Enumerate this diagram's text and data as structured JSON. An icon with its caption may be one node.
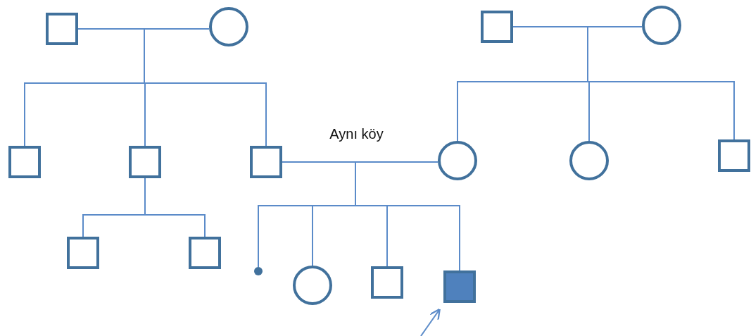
{
  "diagram": {
    "nodes": [
      {
        "text": [],
        "shape": "box"
      },
      {
        "text": [],
        "shape": "circle"
      },
      {
        "text": [],
        "shape": "box"
      },
      {
        "text": [],
        "shape": "circle"
      },
      {
        "text": [],
        "shape": "box"
      },
      {
        "text": [],
        "shape": "box"
      },
      {
        "text": [],
        "shape": "box"
      },
      {
        "text": [],
        "shape": "circle"
      },
      {
        "text": [],
        "shape": "circle"
      },
      {
        "text": [],
        "shape": "box"
      },
      {
        "text": [],
        "shape": "box"
      },
      {
        "text": [],
        "shape": "box"
      },
      {
        "text": [],
        "shape": "dot"
      },
      {
        "text": [],
        "shape": "circle"
      },
      {
        "text": [],
        "shape": "box"
      },
      {
        "text": [],
        "shape": "box"
      }
    ],
    "edges": [
      {
        "from": 0,
        "to": 1,
        "arrow": "none"
      },
      {
        "from": 0,
        "to": 4,
        "arrow": "none"
      },
      {
        "from": 0,
        "to": 5,
        "arrow": "none"
      },
      {
        "from": 0,
        "to": 6,
        "arrow": "none"
      },
      {
        "from": 2,
        "to": 3,
        "arrow": "none"
      },
      {
        "from": 2,
        "to": 7,
        "arrow": "none"
      },
      {
        "from": 2,
        "to": 8,
        "arrow": "none"
      },
      {
        "from": 2,
        "to": 9,
        "arrow": "none"
      },
      {
        "from": 5,
        "to": 10,
        "arrow": "none"
      },
      {
        "from": 5,
        "to": 11,
        "arrow": "none"
      },
      {
        "from": 6,
        "to": 7,
        "arrow": "none",
        "label": "Aynı köy"
      },
      {
        "from": 6,
        "to": 12,
        "arrow": "none"
      },
      {
        "from": 6,
        "to": 13,
        "arrow": "none"
      },
      {
        "from": 6,
        "to": 14,
        "arrow": "none"
      },
      {
        "from": 6,
        "to": 15,
        "arrow": "none"
      },
      {
        "from": null,
        "to": 15,
        "arrow": "to"
      }
    ]
  }
}
